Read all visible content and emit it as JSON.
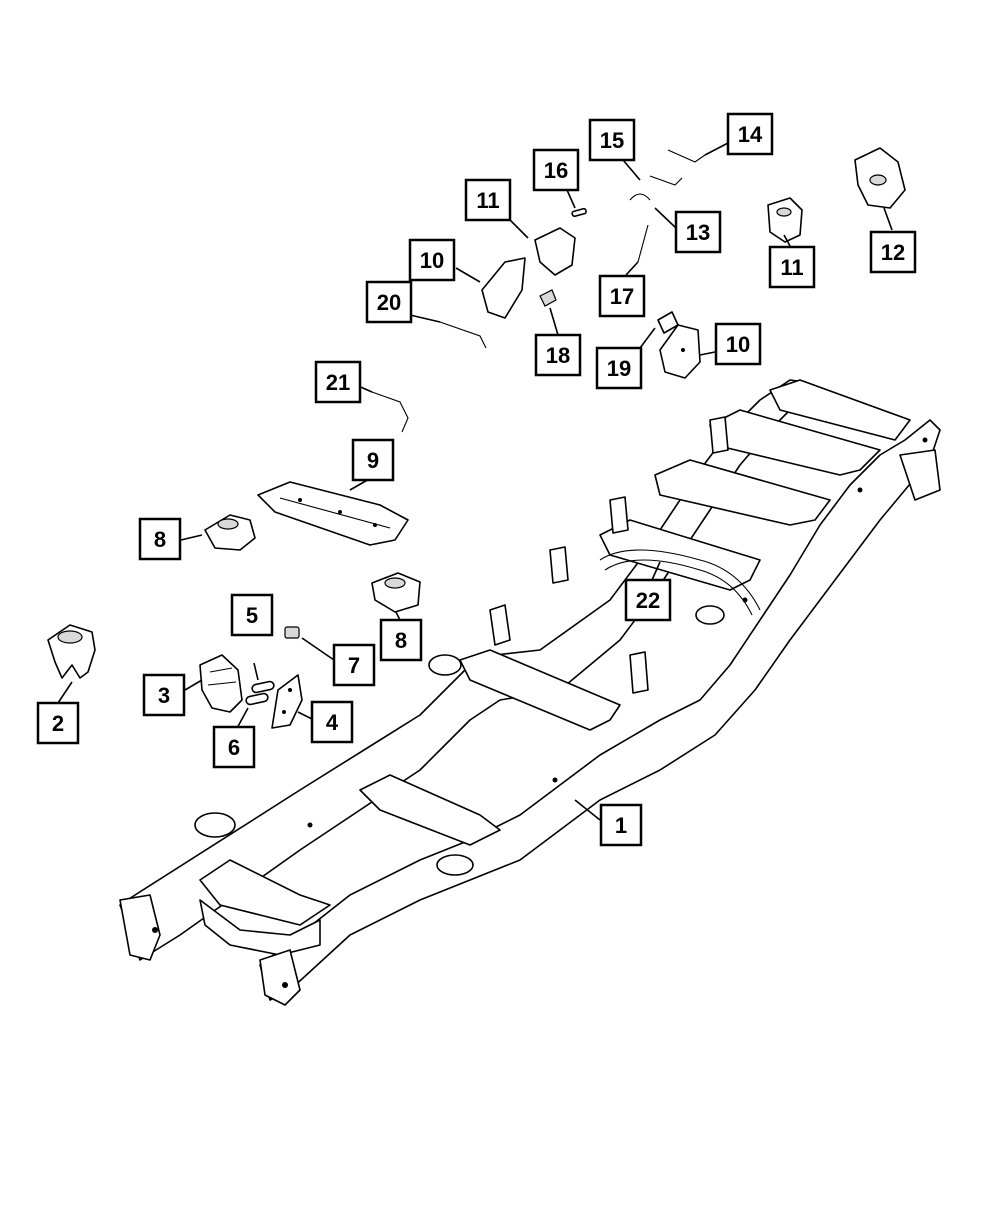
{
  "callouts": [
    {
      "id": "c1",
      "label": "1"
    },
    {
      "id": "c2",
      "label": "2"
    },
    {
      "id": "c3",
      "label": "3"
    },
    {
      "id": "c4",
      "label": "4"
    },
    {
      "id": "c5",
      "label": "5"
    },
    {
      "id": "c6",
      "label": "6"
    },
    {
      "id": "c7",
      "label": "7"
    },
    {
      "id": "c8a",
      "label": "8"
    },
    {
      "id": "c8b",
      "label": "8"
    },
    {
      "id": "c9",
      "label": "9"
    },
    {
      "id": "c10a",
      "label": "10"
    },
    {
      "id": "c10b",
      "label": "10"
    },
    {
      "id": "c11a",
      "label": "11"
    },
    {
      "id": "c11b",
      "label": "11"
    },
    {
      "id": "c12",
      "label": "12"
    },
    {
      "id": "c13",
      "label": "13"
    },
    {
      "id": "c14",
      "label": "14"
    },
    {
      "id": "c15",
      "label": "15"
    },
    {
      "id": "c16",
      "label": "16"
    },
    {
      "id": "c17",
      "label": "17"
    },
    {
      "id": "c18",
      "label": "18"
    },
    {
      "id": "c19",
      "label": "19"
    },
    {
      "id": "c20",
      "label": "20"
    },
    {
      "id": "c21",
      "label": "21"
    },
    {
      "id": "c22",
      "label": "22"
    }
  ]
}
